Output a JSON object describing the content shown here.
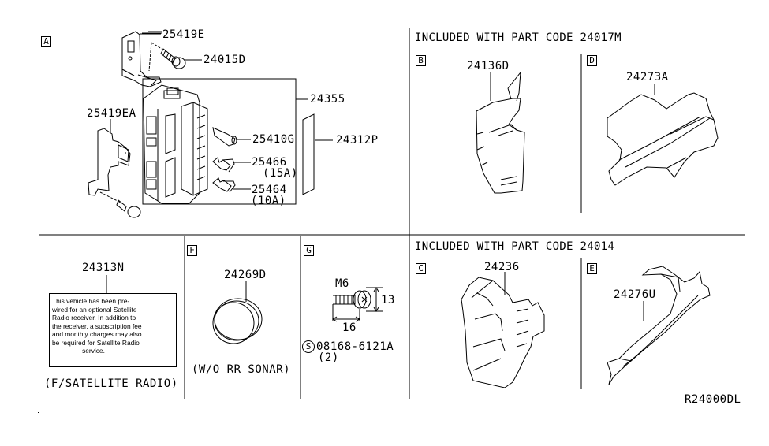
{
  "diagram": {
    "reference_code": "R24000DL",
    "sections": {
      "A": {
        "badge": "A",
        "callouts": {
          "bracket_upper": "25419E",
          "bolt": "24015D",
          "bracket_lower": "25419EA",
          "junction_block": "24355",
          "label_plate": "24312P",
          "fuse_puller": "25410G",
          "fuse_15a": "25466",
          "fuse_15a_rating": "(15A)",
          "fuse_10a": "25464",
          "fuse_10a_rating": "(10A)"
        }
      },
      "group_24017M": {
        "header": "INCLUDED WITH PART CODE 24017M",
        "B": {
          "badge": "B",
          "part": "24136D"
        },
        "D": {
          "badge": "D",
          "part": "24273A"
        }
      },
      "group_24014": {
        "header": "INCLUDED WITH PART CODE 24014",
        "C": {
          "badge": "C",
          "part": "24236"
        },
        "E": {
          "badge": "E",
          "part": "24276U"
        }
      },
      "label": {
        "part": "24313N",
        "note_lines": [
          "This vehicle has been pre-",
          "wired for an optional Satellite",
          "Radio receiver. In addition to",
          "the receiver, a subscription fee",
          "and monthly charges may also",
          "be required for Satellite Radio",
          "service."
        ],
        "condition": "(F/SATELLITE RADIO)"
      },
      "F": {
        "badge": "F",
        "part": "24269D",
        "condition": "(W/O RR SONAR)"
      },
      "G": {
        "badge": "G",
        "thread": "M6",
        "head_dim": "13",
        "length_dim": "16",
        "standard_symbol": "S",
        "part": "08168-6121A",
        "quantity": "(2)"
      }
    }
  }
}
